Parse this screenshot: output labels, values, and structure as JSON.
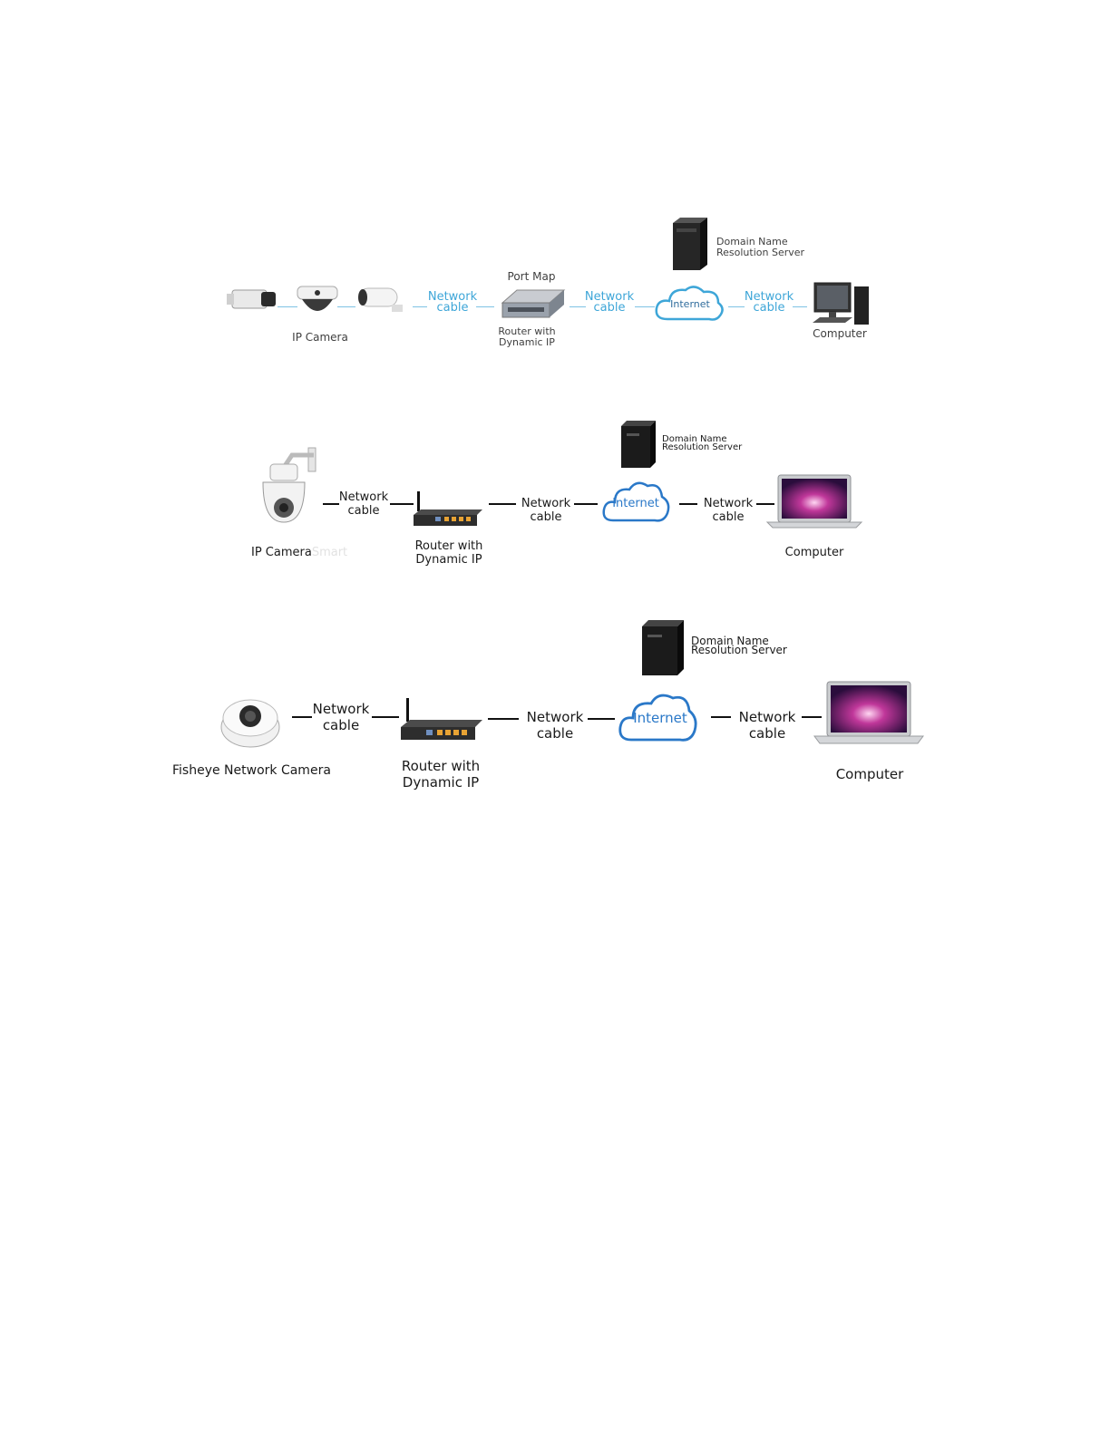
{
  "diagram1": {
    "camera_label": "IP Camera",
    "cable1": "Network\ncable",
    "port_map": "Port Map",
    "router_label": "Router with\nDynamic IP",
    "cable2": "Network\ncable",
    "internet": "Internet",
    "dns_label": "Domain Name\nResolution Server",
    "cable3": "Network\ncable",
    "computer_label": "Computer"
  },
  "diagram2": {
    "camera_label": "IP Camera",
    "camera_label_faded": "Smart",
    "cable1": "Network\ncable",
    "router_label": "Router with\nDynamic IP",
    "cable2": "Network\ncable",
    "internet": "Internet",
    "dns_label": "Domain Name\nResolution Server",
    "cable3": "Network\ncable",
    "computer_label": "Computer"
  },
  "diagram3": {
    "camera_label": "Fisheye Network Camera",
    "cable1": "Network\ncable",
    "router_label": "Router with\nDynamic IP",
    "cable2": "Network\ncable",
    "internet": "Internet",
    "dns_label": "Domain Name\nResolution Server",
    "cable3": "Network\ncable",
    "computer_label": "Computer"
  },
  "icons": {
    "camera": "camera-icon",
    "router": "router-icon",
    "cloud": "internet-cloud-icon",
    "server": "server-tower-icon",
    "computer": "computer-icon"
  },
  "colors": {
    "diagram1_text": "#3ea6d8",
    "line_blue": "#7fc2e4",
    "cloud_blue": "#2a78c8"
  }
}
